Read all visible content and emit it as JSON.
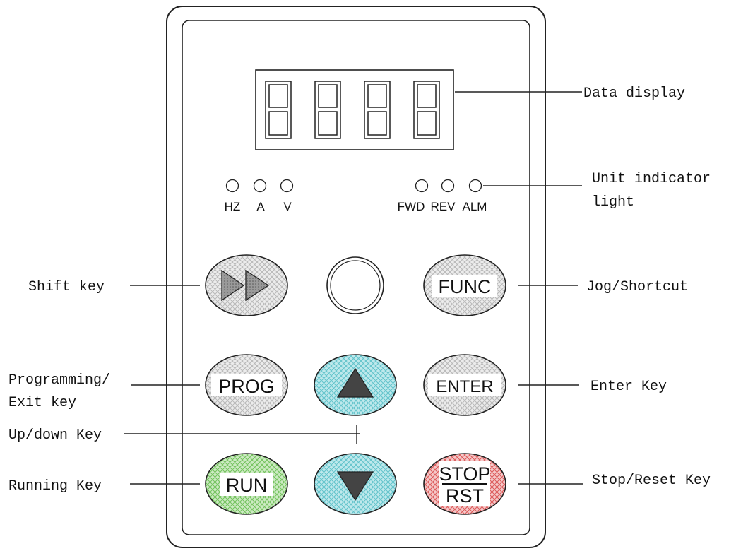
{
  "display": {
    "digits": 4
  },
  "indicators": {
    "left": [
      "HZ",
      "A",
      "V"
    ],
    "right": [
      "FWD",
      "REV",
      "ALM"
    ]
  },
  "keys": {
    "prog": "PROG",
    "enter": "ENTER",
    "func": "FUNC",
    "run": "RUN",
    "stop_top": "STOP",
    "stop_bottom": "RST"
  },
  "callouts": {
    "data_display": "Data display",
    "unit_indicator_1": "Unit indicator",
    "unit_indicator_2": "light",
    "shift_key": "Shift key",
    "jog_shortcut": "Jog/Shortcut",
    "programming_1": "Programming/",
    "programming_2": "Exit key",
    "enter_key": "Enter Key",
    "updown_key": "Up/down Key",
    "running_key": "Running Key",
    "stop_reset_key": "Stop/Reset Key"
  },
  "colors": {
    "grey_key": "#d2d2d2",
    "cyan_key": "#7fd6dc",
    "green_key": "#8fd27a",
    "red_key": "#e76a6a",
    "outline": "#222222"
  }
}
